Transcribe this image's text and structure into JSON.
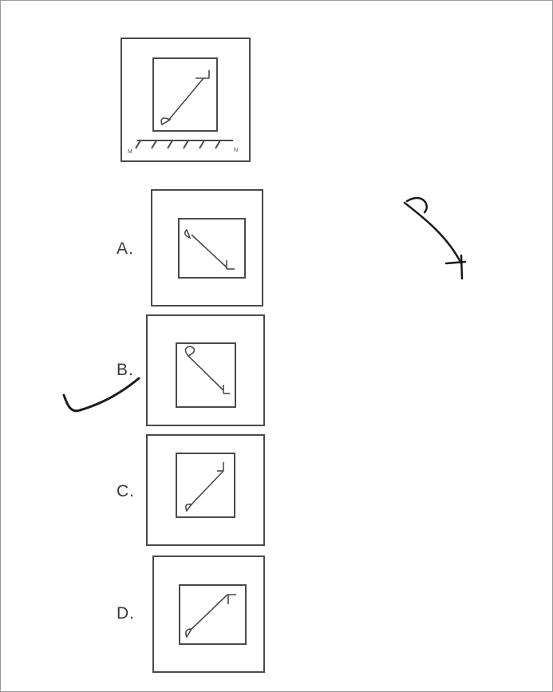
{
  "question": {
    "mirror_left_label": "M",
    "mirror_right_label": "N"
  },
  "options": [
    {
      "key": "a",
      "label": "A."
    },
    {
      "key": "b",
      "label": "B."
    },
    {
      "key": "c",
      "label": "C."
    },
    {
      "key": "d",
      "label": "D."
    }
  ],
  "annotations": {
    "selected_option": "B",
    "pen_color": "#1a1a1a"
  },
  "colors": {
    "line": "#4a4a4a",
    "background": "#ffffff"
  }
}
